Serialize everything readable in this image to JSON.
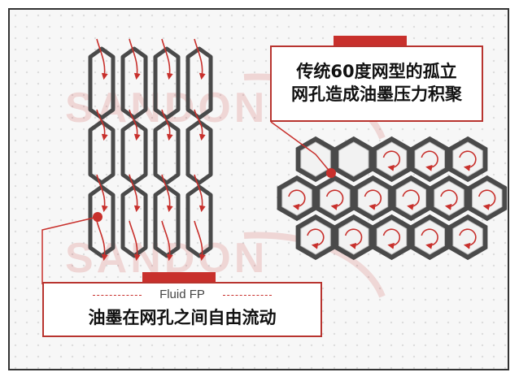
{
  "colors": {
    "accent": "#c8302c",
    "hex_stroke": "#4a4a4a",
    "box_border": "#b8342f",
    "text": "#111111"
  },
  "callout_right": {
    "text_line1": "传统60度网型的孤立",
    "text_line2": "网孔造成油墨压力积聚"
  },
  "callout_bottom": {
    "title": "Fluid FP",
    "text": "油墨在网孔之间自由流动"
  },
  "watermark_text": "SANDON"
}
